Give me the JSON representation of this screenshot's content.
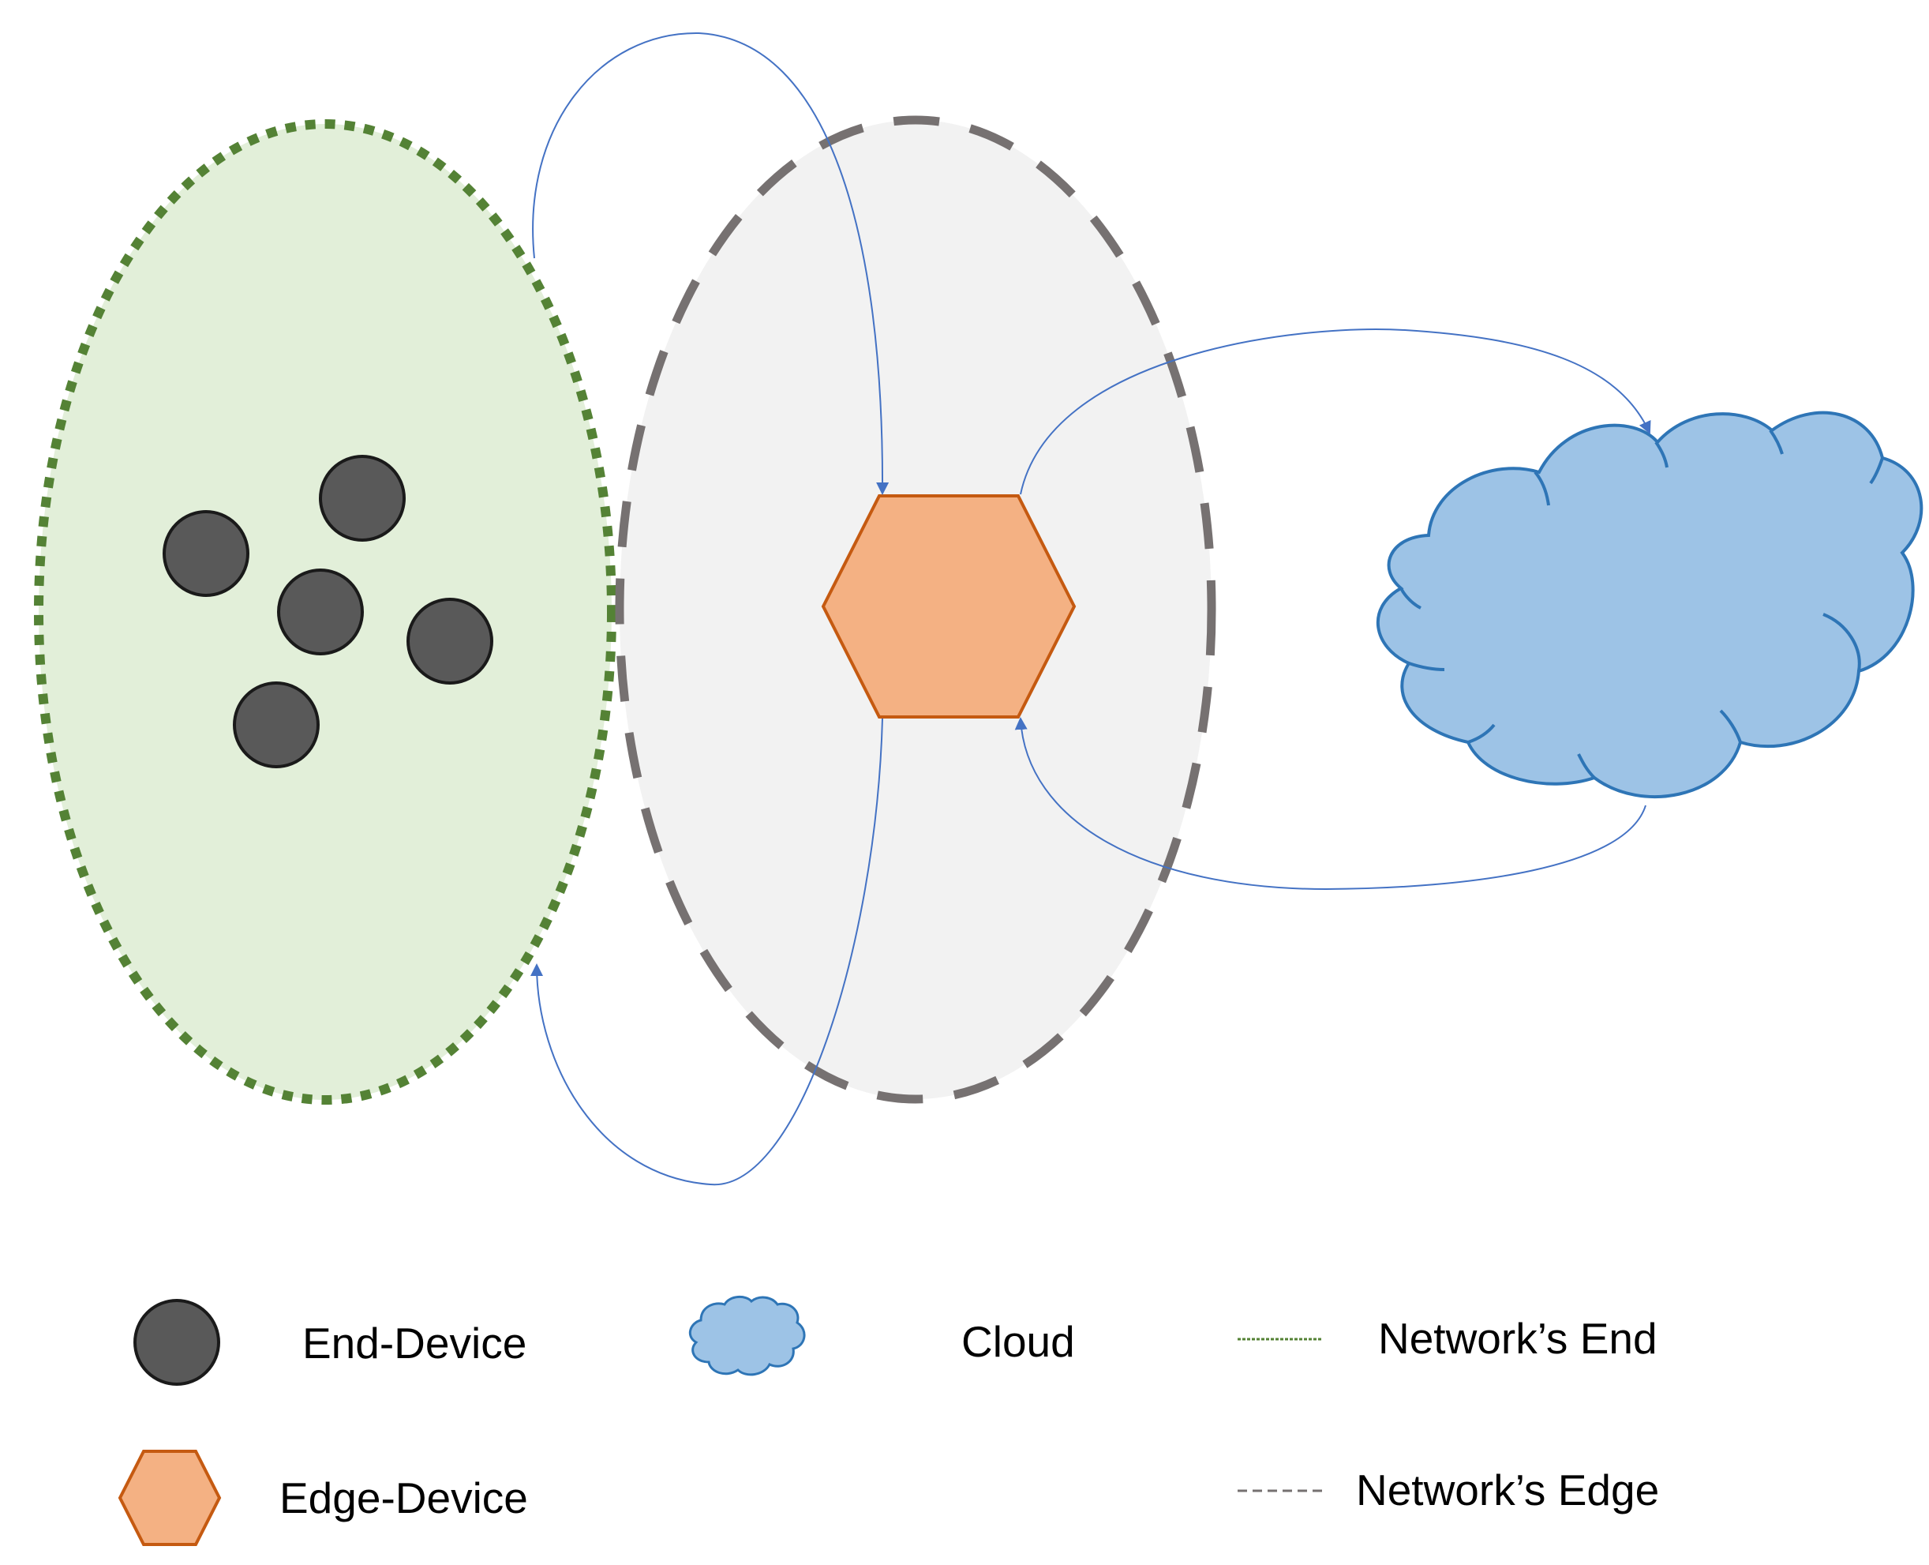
{
  "colors": {
    "network_end_fill": "#e2efd9",
    "network_end_stroke": "#548235",
    "network_edge_fill": "#f2f2f2",
    "network_edge_stroke": "#767171",
    "end_device_fill": "#595959",
    "end_device_stroke": "#1a1a1a",
    "edge_device_fill": "#f4b183",
    "edge_device_stroke": "#c55a11",
    "cloud_fill": "#9dc3e6",
    "cloud_stroke": "#2e75b6",
    "arrow": "#4472c4"
  },
  "nodes": {
    "network_end_region": {
      "shape": "dotted-ellipse"
    },
    "network_edge_region": {
      "shape": "dashed-ellipse"
    },
    "end_devices": {
      "shape": "circle",
      "count": 5
    },
    "edge_device": {
      "shape": "hexagon"
    },
    "cloud": {
      "shape": "cloud"
    }
  },
  "edges": [
    {
      "from": "network_end_region",
      "to": "edge_device"
    },
    {
      "from": "edge_device",
      "to": "network_end_region"
    },
    {
      "from": "edge_device",
      "to": "cloud"
    },
    {
      "from": "cloud",
      "to": "edge_device"
    }
  ],
  "legend": {
    "end_device": "End-Device",
    "edge_device": "Edge-Device",
    "cloud": "Cloud",
    "network_end": "Network’s End",
    "network_edge": "Network’s Edge"
  }
}
